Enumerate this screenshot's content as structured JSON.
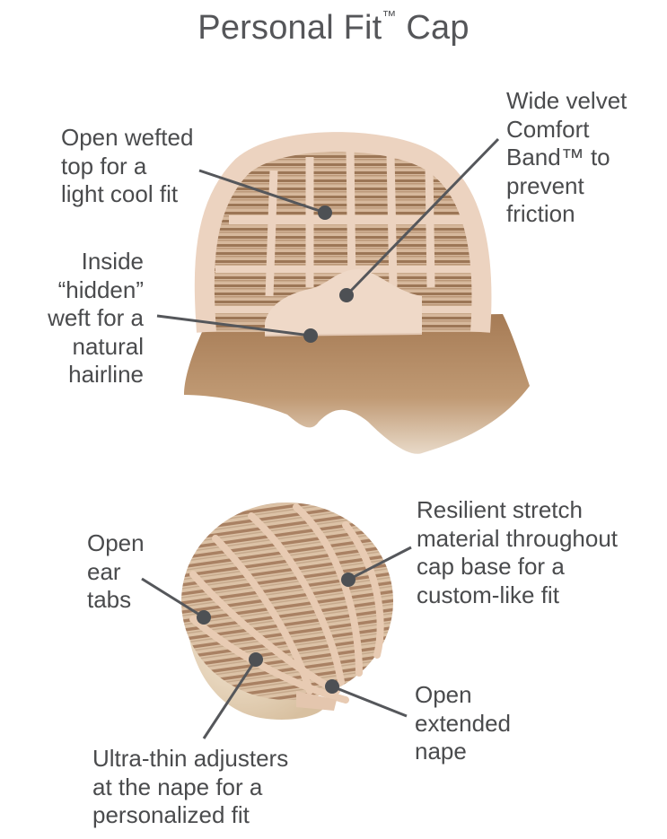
{
  "title": {
    "text": "Personal Fit",
    "tm": "™",
    "suffix": " Cap"
  },
  "colors": {
    "text": "#4a4b4d",
    "leader_line": "#55575b",
    "dot": "#4d5054",
    "cap_base": "#ecd3c0",
    "hair_top": "#b58a64",
    "hair_bottom": "#c9a784"
  },
  "diagrams": [
    {
      "name": "front-view-cap",
      "callouts": [
        {
          "id": "open-wefted-top",
          "text": "Open wefted\ntop for a\nlight cool fit"
        },
        {
          "id": "hidden-weft",
          "text": "Inside\n“hidden”\nweft for a\nnatural\nhairline"
        },
        {
          "id": "comfort-band",
          "text": "Wide velvet\nComfort\nBand™ to\nprevent\nfriction"
        }
      ]
    },
    {
      "name": "rear-view-cap",
      "callouts": [
        {
          "id": "ear-tabs",
          "text": "Open\near\ntabs"
        },
        {
          "id": "stretch-material",
          "text": "Resilient stretch\nmaterial throughout\ncap base for a\ncustom-like fit"
        },
        {
          "id": "extended-nape",
          "text": "Open\nextended\nnape"
        },
        {
          "id": "nape-adjusters",
          "text": "Ultra-thin adjusters\nat the nape for a\npersonalized fit"
        }
      ]
    }
  ]
}
